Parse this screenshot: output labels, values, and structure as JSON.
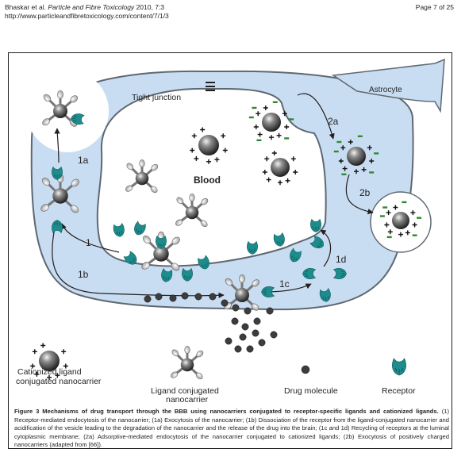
{
  "header": {
    "authors": "Bhaskar et al.",
    "journal": "Particle and Fibre Toxicology",
    "year_vol": "2010, 7:3",
    "url": "http://www.particleandfibretoxicology.com/content/7/1/3",
    "page": "Page 7 of 25"
  },
  "diagram": {
    "labels": {
      "tight_junction": "Tight junction",
      "astrocyte": "Astrocyte",
      "blood": "Blood",
      "step_1": "1",
      "step_1a": "1a",
      "step_1b": "1b",
      "step_1c": "1c",
      "step_1d": "1d",
      "step_2a": "2a",
      "step_2b": "2b"
    },
    "colors": {
      "cell_fill": "#c9ddf2",
      "cell_stroke": "#5e6872",
      "receptor": "#1e8c8c",
      "cationic_ligand": "#2f8a2f",
      "drug": "#3d3d3d"
    }
  },
  "legend": {
    "cationized": [
      "Cationized ligand",
      "conjugated nanocarrier"
    ],
    "ligand": [
      "Ligand conjugated",
      "nanocarrier"
    ],
    "drug": "Drug molecule",
    "receptor": "Receptor"
  },
  "caption": {
    "label": "Figure 3",
    "title": "Mechanisms of drug transport through the BBB using nanocarriers conjugated to receptor-specific ligands and cationized ligands.",
    "body": "(1) Receptor-mediated endocytosis of the nanocarrier; (1a) Exocytosis of the nanocarrier; (1b) Dissociation of the receptor from the ligand-conjugated nanocarrier and acidification of the vesicle leading to the degradation of the nanocarrier and the release of the drug into the brain; (1c and 1d) Recycling of receptors at the luminal cytoplasmic membrane; (2a) Adsorptive-mediated endocytosis of the nanocarrier conjugated to cationized ligands; (2b) Exocytosis of positively charged nanocarriers (adapted from [66])."
  }
}
